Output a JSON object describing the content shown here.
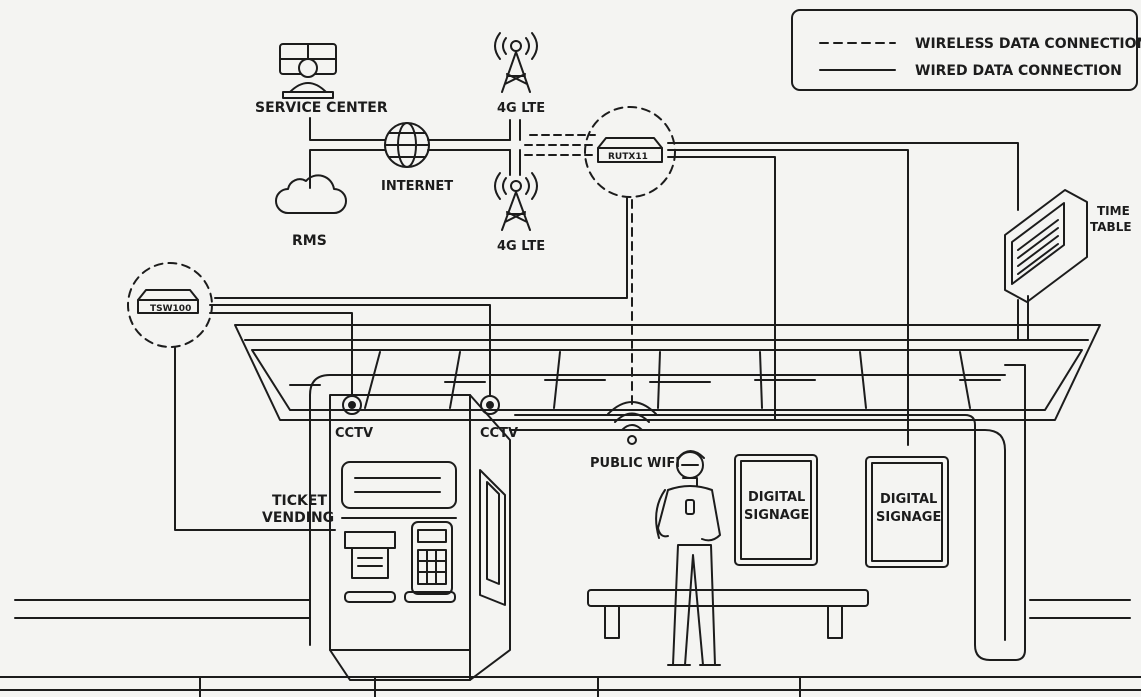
{
  "legend": {
    "wireless": "WIRELESS DATA CONNECTION",
    "wired": "WIRED DATA CONNECTION"
  },
  "nodes": {
    "service_center": "SERVICE CENTER",
    "internet": "INTERNET",
    "rms": "RMS",
    "lte_top": "4G LTE",
    "lte_bottom": "4G LTE",
    "router": "RUTX11",
    "switch": "TSW100",
    "timetable_line1": "TIME",
    "timetable_line2": "TABLE",
    "cctv_left": "CCTV",
    "cctv_right": "CCTV",
    "public_wifi": "PUBLIC WIFI",
    "ticket_line1": "TICKET",
    "ticket_line2": "VENDING",
    "signage1_line1": "DIGITAL",
    "signage1_line2": "SIGNAGE",
    "signage2_line1": "DIGITAL",
    "signage2_line2": "SIGNAGE"
  },
  "colors": {
    "ink": "#1c1c1c",
    "background": "#f4f4f2"
  }
}
